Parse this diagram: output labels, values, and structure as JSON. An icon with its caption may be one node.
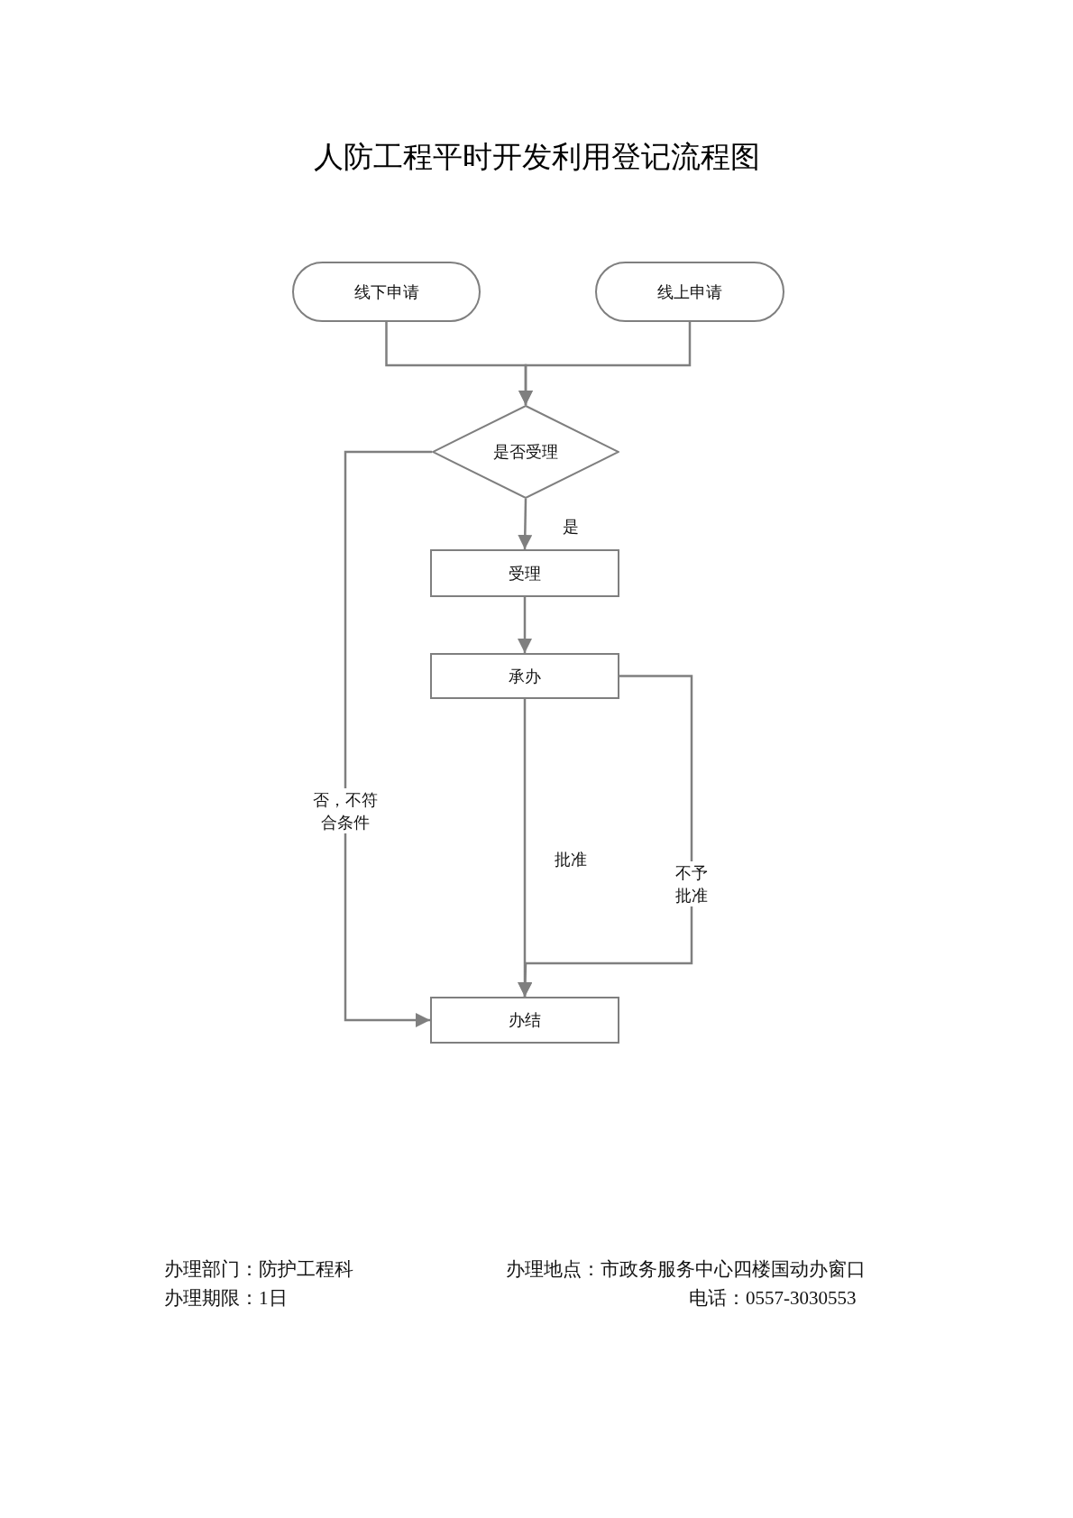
{
  "diagram": {
    "title": "人防工程平时开发利用登记流程图",
    "nodes": [
      {
        "text": [
          "线下申请"
        ]
      },
      {
        "text": [
          "线上申请"
        ]
      },
      {
        "text": [
          "是否受理"
        ]
      },
      {
        "text": [
          "受理"
        ]
      },
      {
        "text": [
          "承办"
        ]
      },
      {
        "text": [
          "办结"
        ]
      }
    ],
    "edges": [
      {
        "from": 0,
        "to": 2,
        "arrow": "to"
      },
      {
        "from": 1,
        "to": 2,
        "arrow": "to"
      },
      {
        "from": 2,
        "to": 3,
        "arrow": "to",
        "label": "是"
      },
      {
        "from": 3,
        "to": 4,
        "arrow": "to"
      },
      {
        "from": 4,
        "to": 5,
        "arrow": "to",
        "label": "批准"
      },
      {
        "from": 4,
        "to": 5,
        "arrow": "to",
        "label": "不予批准"
      },
      {
        "from": 2,
        "to": 5,
        "arrow": "to",
        "label": "否，不符合条件"
      }
    ],
    "labels": [
      "办理部门：防护工程科",
      "办理地点：市政务服务中心四楼国动办窗口",
      "办理期限：1日",
      "电话：0557-3030553"
    ]
  }
}
